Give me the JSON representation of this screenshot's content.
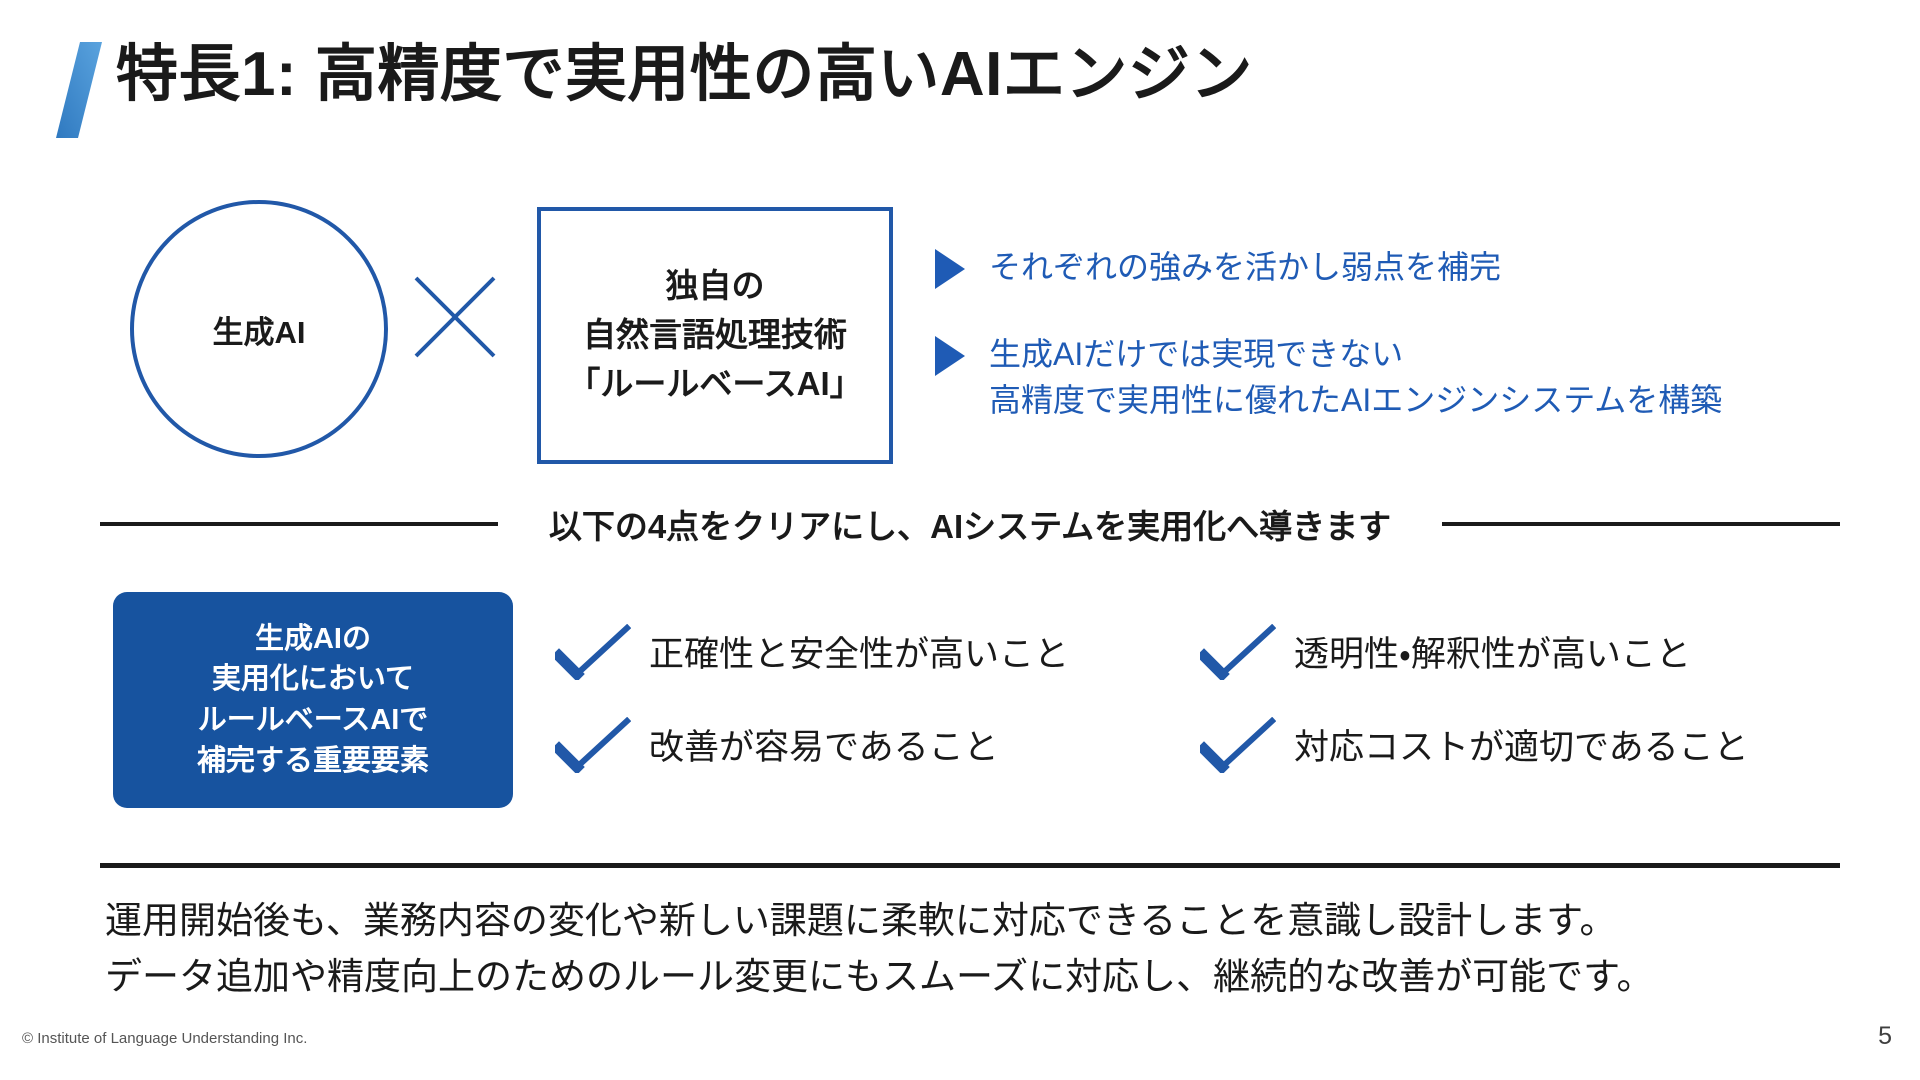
{
  "slide": {
    "title": "特長1: 高精度で実用性の高いAIエンジン",
    "accent_color": "#3d85c8",
    "brand_blue": "#2158a8",
    "panel_blue": "#17539f",
    "bullet_text_blue": "#1f5bb5"
  },
  "diagram": {
    "circle": {
      "label": "生成AI"
    },
    "operator": {
      "symbol": "×",
      "name": "times"
    },
    "box": {
      "lines": [
        "独自の",
        "自然言語処理技術",
        "「ルールベースAI」"
      ]
    },
    "bullets": [
      {
        "lines": [
          "それぞれの強みを活かし弱点を補完"
        ]
      },
      {
        "lines": [
          "生成AIだけでは実現できない",
          "高精度で実用性に優れたAIエンジンシステムを構築"
        ]
      }
    ]
  },
  "divider": {
    "caption": "以下の4点をクリアにし、AIシステムを実用化へ導きます"
  },
  "key_elements": {
    "panel_lines": [
      "生成AIの",
      "実用化において",
      "ルールベースAIで",
      "補完する重要要素"
    ],
    "checks": [
      "正確性と安全性が高いこと",
      "透明性・解釈性が高いこと",
      "改善が容易であること",
      "対応コストが適切であること"
    ]
  },
  "summary": {
    "lines": [
      "運用開始後も、業務内容の変化や新しい課題に柔軟に対応できることを意識し設計します。",
      "データ追加や精度向上のためのルール変更にもスムーズに対応し、継続的な改善が可能です。"
    ]
  },
  "footer": {
    "copyright": "© Institute of Language Understanding Inc.",
    "page_number": "5"
  }
}
